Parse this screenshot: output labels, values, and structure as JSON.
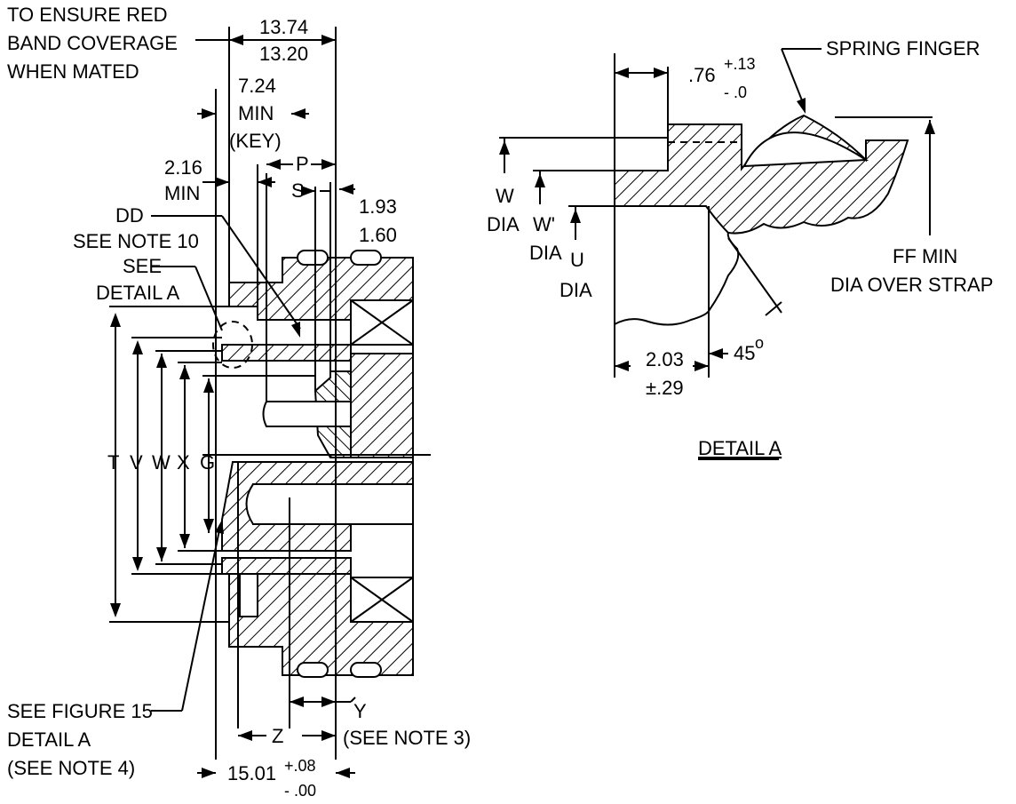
{
  "main_view": {
    "note_red_band": [
      "TO ENSURE RED",
      "BAND COVERAGE",
      "WHEN MATED"
    ],
    "dim_13_74": "13.74",
    "dim_13_20": "13.20",
    "dim_7_24": "7.24",
    "dim_min": "MIN",
    "dim_key": "(KEY)",
    "dim_p": "P",
    "dim_2_16": "2.16",
    "dim_2_16_min": "MIN",
    "dim_s": "S",
    "dim_1_93": "1.93",
    "dim_1_60": "1.60",
    "dd_label": "DD",
    "see_note_10": "SEE NOTE 10",
    "see_detail_a": [
      "SEE",
      "DETAIL A"
    ],
    "letters": [
      "T",
      "V",
      "W",
      "X",
      "G"
    ],
    "see_figure_15": [
      "SEE FIGURE 15",
      "DETAIL A",
      "(SEE NOTE 4)"
    ],
    "dim_z": "Z",
    "dim_y": "Y",
    "see_note_3": "(SEE NOTE 3)",
    "dim_15_01": "15.01",
    "tol_plus_08": "+.08",
    "tol_minus_00": "- .00"
  },
  "detail": {
    "dim_76": ".76",
    "tol_plus_13": "+.13",
    "tol_minus_0": "- .0",
    "spring_finger": "SPRING FINGER",
    "w_dia": [
      "W",
      "DIA"
    ],
    "w_prime_dia": [
      "W'",
      "DIA"
    ],
    "u_dia": [
      "U",
      "DIA"
    ],
    "ff_min": [
      "FF MIN",
      "DIA OVER STRAP"
    ],
    "dim_2_03": "2.03",
    "tol_29": "±.29",
    "angle_45": "45",
    "degree": "o",
    "title": "DETAIL A"
  }
}
